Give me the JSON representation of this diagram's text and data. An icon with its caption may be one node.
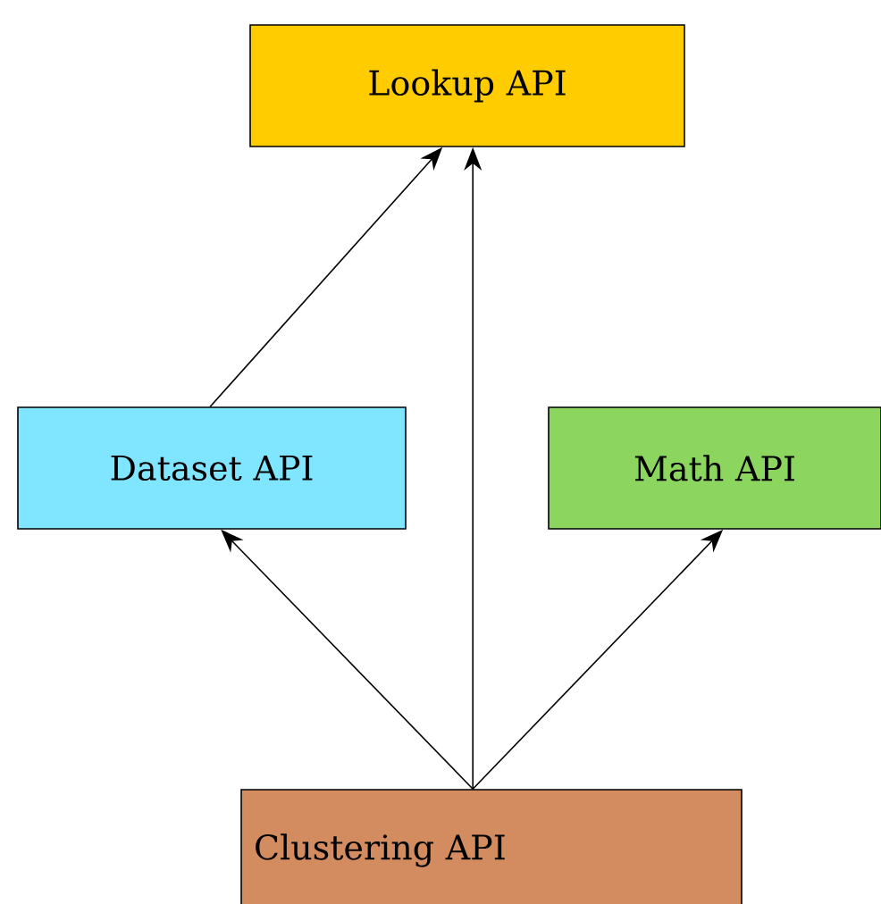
{
  "diagram": {
    "nodes": [
      {
        "text": [
          "Lookup API"
        ]
      },
      {
        "text": [
          "Dataset API"
        ]
      },
      {
        "text": [
          "Math API"
        ]
      },
      {
        "text": [
          "Clustering API"
        ]
      }
    ],
    "edges": [
      {
        "from": 1,
        "to": 0,
        "arrow": "to"
      },
      {
        "from": 3,
        "to": 0,
        "arrow": "to"
      },
      {
        "from": 3,
        "to": 1,
        "arrow": "to"
      },
      {
        "from": 3,
        "to": 2,
        "arrow": "to"
      }
    ]
  }
}
